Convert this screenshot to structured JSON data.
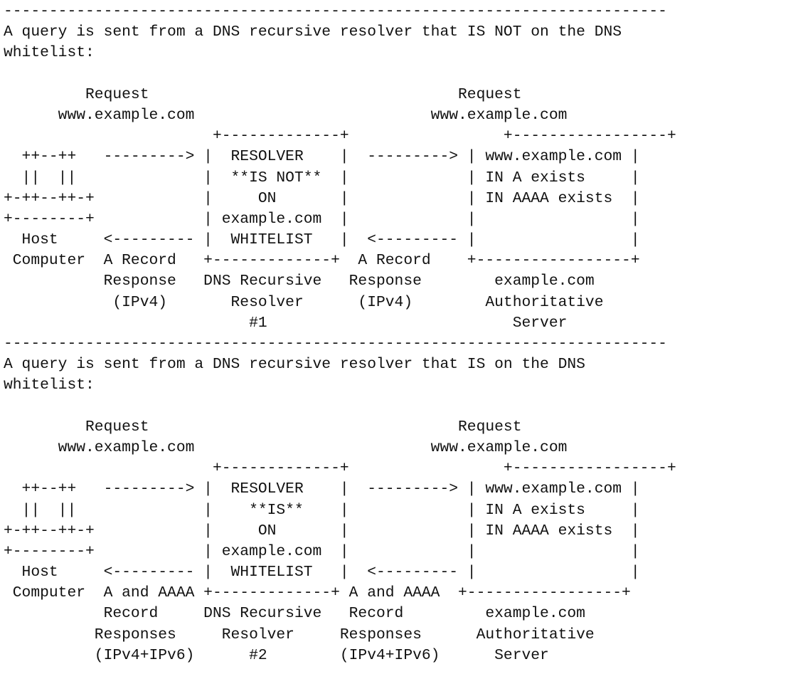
{
  "lines": [
    "-------------------------------------------------------------------------",
    "A query is sent from a DNS recursive resolver that IS NOT on the DNS",
    "whitelist:",
    "",
    "         Request                                  Request",
    "      www.example.com                          www.example.com",
    "                       +-------------+                 +-----------------+",
    "  ++--++   ---------> |  RESOLVER    |  ---------> | www.example.com |",
    "  ||  ||              |  **IS NOT**  |             | IN A exists     |",
    "+-++--++-+            |     ON       |             | IN AAAA exists  |",
    "+--------+            | example.com  |             |                 |",
    "  Host     <--------- |  WHITELIST   |  <--------- |                 |",
    " Computer  A Record   +-------------+  A Record    +-----------------+",
    "           Response   DNS Recursive   Response        example.com",
    "            (IPv4)       Resolver      (IPv4)        Authoritative",
    "                           #1                           Server",
    "-------------------------------------------------------------------------",
    "A query is sent from a DNS recursive resolver that IS on the DNS",
    "whitelist:",
    "",
    "         Request                                  Request",
    "      www.example.com                          www.example.com",
    "                       +-------------+                 +-----------------+",
    "  ++--++   ---------> |  RESOLVER    |  ---------> | www.example.com |",
    "  ||  ||              |    **IS**    |             | IN A exists     |",
    "+-++--++-+            |     ON       |             | IN AAAA exists  |",
    "+--------+            | example.com  |             |                 |",
    "  Host     <--------- |  WHITELIST   |  <--------- |                 |",
    " Computer  A and AAAA +-------------+ A and AAAA  +-----------------+",
    "           Record     DNS Recursive   Record         example.com",
    "          Responses     Resolver     Responses      Authoritative",
    "          (IPv4+IPv6)      #2        (IPv4+IPv6)      Server"
  ]
}
